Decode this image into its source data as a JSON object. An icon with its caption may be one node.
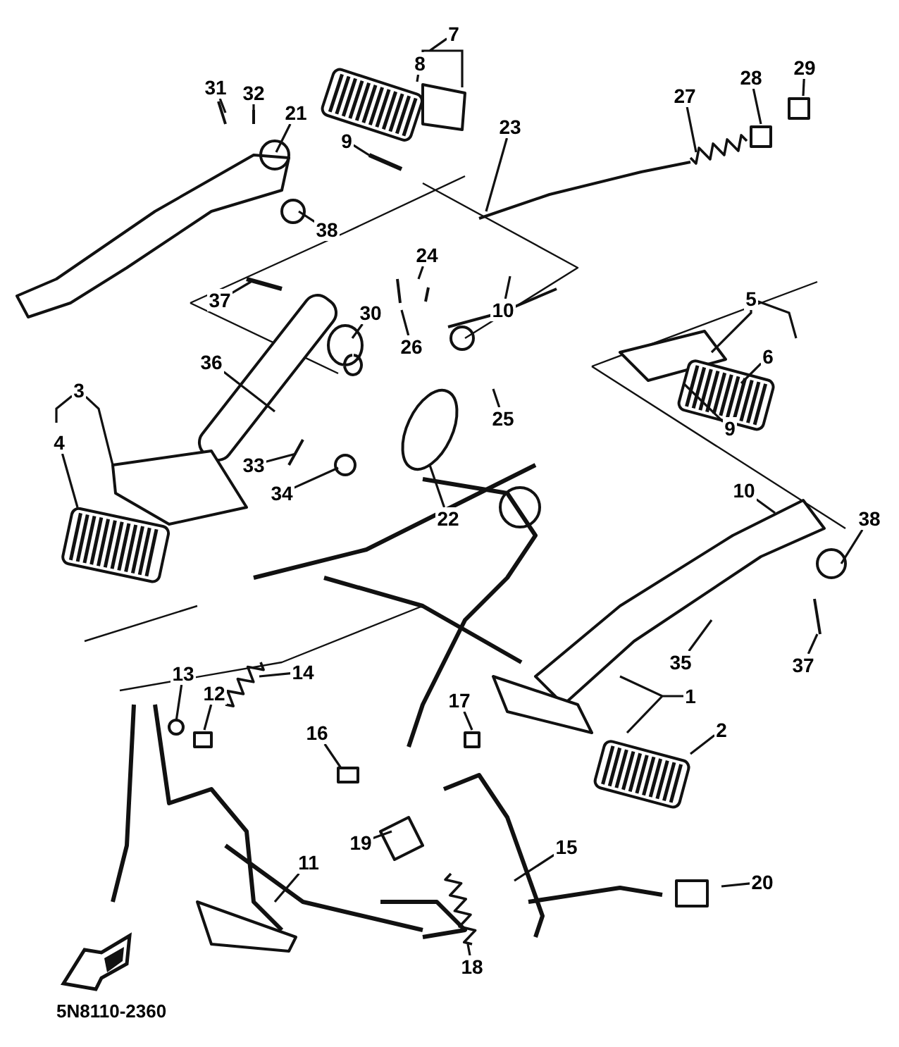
{
  "diagram": {
    "nodes": [
      {
        "text": [
          "7"
        ]
      },
      {
        "text": [
          "31"
        ]
      },
      {
        "text": [
          "32"
        ]
      },
      {
        "text": [
          "21"
        ]
      },
      {
        "text": [
          "8"
        ]
      },
      {
        "text": [
          "29"
        ]
      },
      {
        "text": [
          "28"
        ]
      },
      {
        "text": [
          "27"
        ]
      },
      {
        "text": [
          "23"
        ]
      },
      {
        "text": [
          "9"
        ]
      },
      {
        "text": [
          "38"
        ]
      },
      {
        "text": [
          "24"
        ]
      },
      {
        "text": [
          "37"
        ]
      },
      {
        "text": [
          "5"
        ]
      },
      {
        "text": [
          "10"
        ]
      },
      {
        "text": [
          "30"
        ]
      },
      {
        "text": [
          "26"
        ]
      },
      {
        "text": [
          "36"
        ]
      },
      {
        "text": [
          "6"
        ]
      },
      {
        "text": [
          "3"
        ]
      },
      {
        "text": [
          "25"
        ]
      },
      {
        "text": [
          "9"
        ]
      },
      {
        "text": [
          "4"
        ]
      },
      {
        "text": [
          "33"
        ]
      },
      {
        "text": [
          "10"
        ]
      },
      {
        "text": [
          "34"
        ]
      },
      {
        "text": [
          "22"
        ]
      },
      {
        "text": [
          "38"
        ]
      },
      {
        "text": [
          "35"
        ]
      },
      {
        "text": [
          "37"
        ]
      },
      {
        "text": [
          "13"
        ]
      },
      {
        "text": [
          "14"
        ]
      },
      {
        "text": [
          "12"
        ]
      },
      {
        "text": [
          "1"
        ]
      },
      {
        "text": [
          "17"
        ]
      },
      {
        "text": [
          "2"
        ]
      },
      {
        "text": [
          "16"
        ]
      },
      {
        "text": [
          "19"
        ]
      },
      {
        "text": [
          "15"
        ]
      },
      {
        "text": [
          "11"
        ]
      },
      {
        "text": [
          "20"
        ]
      },
      {
        "text": [
          "18"
        ]
      }
    ],
    "edges": [
      {
        "from": 0,
        "to": null,
        "arrow": "none"
      },
      {
        "from": 1,
        "to": null,
        "arrow": "none"
      },
      {
        "from": 2,
        "to": null,
        "arrow": "none"
      },
      {
        "from": 3,
        "to": null,
        "arrow": "none"
      },
      {
        "from": 4,
        "to": null,
        "arrow": "none"
      },
      {
        "from": 5,
        "to": null,
        "arrow": "none"
      },
      {
        "from": 6,
        "to": null,
        "arrow": "none"
      },
      {
        "from": 7,
        "to": null,
        "arrow": "none"
      },
      {
        "from": 8,
        "to": null,
        "arrow": "none"
      },
      {
        "from": 9,
        "to": null,
        "arrow": "none"
      },
      {
        "from": 10,
        "to": null,
        "arrow": "none"
      },
      {
        "from": 11,
        "to": null,
        "arrow": "none"
      },
      {
        "from": 12,
        "to": null,
        "arrow": "none"
      },
      {
        "from": 13,
        "to": null,
        "arrow": "none"
      },
      {
        "from": 14,
        "to": null,
        "arrow": "none"
      },
      {
        "from": 15,
        "to": null,
        "arrow": "none"
      },
      {
        "from": 16,
        "to": null,
        "arrow": "none"
      },
      {
        "from": 17,
        "to": null,
        "arrow": "none"
      },
      {
        "from": 18,
        "to": null,
        "arrow": "none"
      },
      {
        "from": 19,
        "to": null,
        "arrow": "none"
      },
      {
        "from": 20,
        "to": null,
        "arrow": "none"
      },
      {
        "from": 21,
        "to": null,
        "arrow": "none"
      },
      {
        "from": 22,
        "to": null,
        "arrow": "none"
      },
      {
        "from": 23,
        "to": null,
        "arrow": "none"
      },
      {
        "from": 24,
        "to": null,
        "arrow": "none"
      },
      {
        "from": 25,
        "to": null,
        "arrow": "none"
      },
      {
        "from": 26,
        "to": null,
        "arrow": "none"
      },
      {
        "from": 27,
        "to": null,
        "arrow": "none"
      },
      {
        "from": 28,
        "to": null,
        "arrow": "none"
      },
      {
        "from": 29,
        "to": null,
        "arrow": "none"
      },
      {
        "from": 30,
        "to": null,
        "arrow": "none"
      },
      {
        "from": 31,
        "to": null,
        "arrow": "none"
      },
      {
        "from": 32,
        "to": null,
        "arrow": "none"
      },
      {
        "from": 33,
        "to": null,
        "arrow": "none"
      },
      {
        "from": 34,
        "to": null,
        "arrow": "none"
      },
      {
        "from": 35,
        "to": null,
        "arrow": "none"
      },
      {
        "from": 36,
        "to": null,
        "arrow": "none"
      },
      {
        "from": 37,
        "to": null,
        "arrow": "none"
      },
      {
        "from": 38,
        "to": null,
        "arrow": "none"
      },
      {
        "from": 39,
        "to": null,
        "arrow": "none"
      },
      {
        "from": 40,
        "to": null,
        "arrow": "none"
      },
      {
        "from": 41,
        "to": null,
        "arrow": "none"
      }
    ],
    "labels": [
      "5N8110-2360"
    ]
  }
}
